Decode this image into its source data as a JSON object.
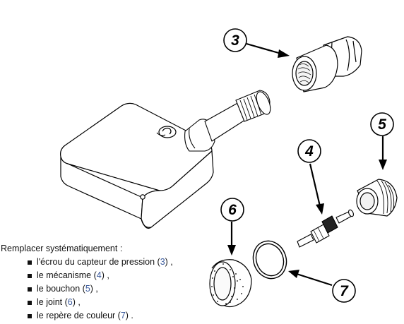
{
  "callouts": {
    "c3": "3",
    "c4": "4",
    "c5": "5",
    "c6": "6",
    "c7": "7"
  },
  "instructions": {
    "title": "Remplacer systématiquement :",
    "items": [
      {
        "prefix": "l'écrou du capteur de pression (",
        "ref": "3",
        "suffix": ") ,"
      },
      {
        "prefix": "le mécanisme (",
        "ref": "4",
        "suffix": ") ,"
      },
      {
        "prefix": "le bouchon (",
        "ref": "5",
        "suffix": ") ,"
      },
      {
        "prefix": "le joint (",
        "ref": "6",
        "suffix": ") ,"
      },
      {
        "prefix": "le repère de couleur (",
        "ref": "7",
        "suffix": ") ."
      }
    ]
  },
  "colors": {
    "line": "#000000",
    "reference_number": "#3a5a9c"
  }
}
